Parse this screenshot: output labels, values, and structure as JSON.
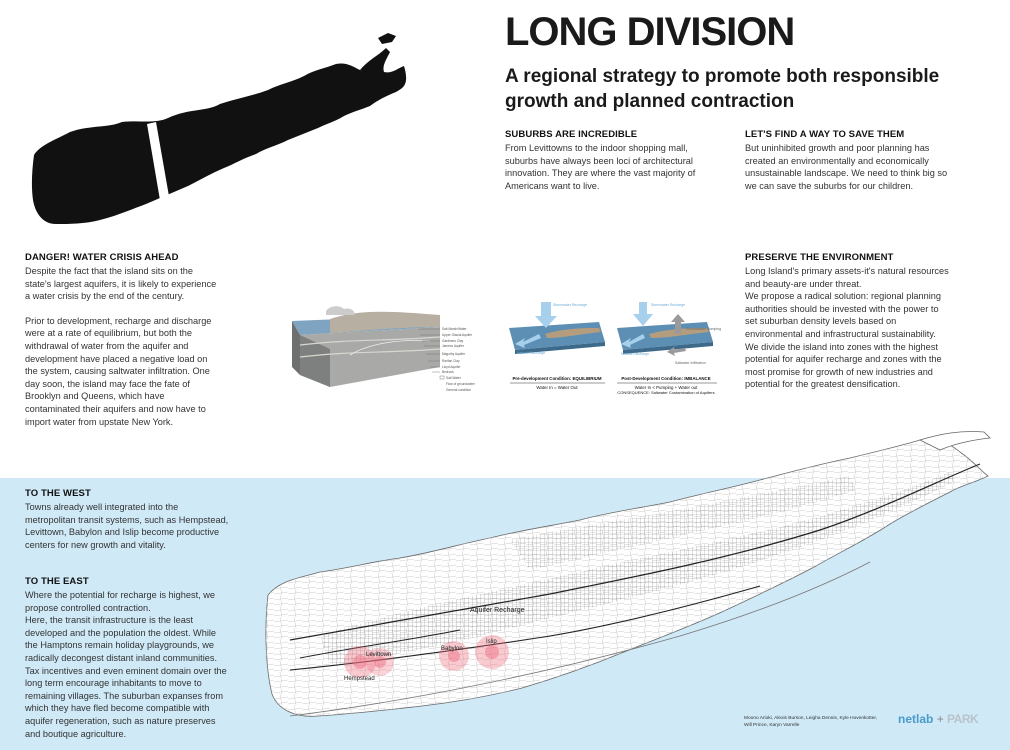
{
  "header": {
    "title": "LONG DIVISION",
    "subtitle": "A regional strategy to promote both responsible growth and planned contraction"
  },
  "sections": {
    "suburbs": {
      "heading": "SUBURBS ARE INCREDIBLE",
      "body": "From Levittowns to the indoor shopping mall, suburbs have always been loci of architectural innovation. They are where the vast majority of Americans want to live."
    },
    "save": {
      "heading": "LET'S FIND A WAY TO SAVE THEM",
      "body": "But uninhibited growth and poor planning has created an environmentally and economically unsustainable landscape. We need to think big so we can save the suburbs for our children."
    },
    "danger": {
      "heading": "DANGER! WATER CRISIS AHEAD",
      "body1": "Despite the fact that the island sits on the state's largest aquifers, it is likely to experience a water crisis by the end of the century.",
      "body2": "Prior to development, recharge and discharge were at a rate of equilibrium, but both the withdrawal of water from the aquifer and development have placed a negative load on the system, causing saltwater infiltration. One day soon, the island may face the fate of Brooklyn and Queens, which have contaminated their aquifers and now have to import water from upstate New York."
    },
    "preserve": {
      "heading": "PRESERVE THE ENVIRONMENT",
      "body1": "Long Island's primary assets-it's natural resources and beauty-are under threat.",
      "body2": "We propose a radical solution: regional planning authorities should be invested with the power to set suburban density levels based on environmental and infrastructural sustainability.",
      "body3": "We divide the island into zones with the highest potential for aquifer recharge and zones with the most promise for growth of new industries and potential for the greatest densification."
    },
    "west": {
      "heading": "TO THE WEST",
      "body": "Towns already well integrated into the metropolitan transit systems, such as Hempstead, Levittown, Babylon and Islip become productive centers for new growth and vitality."
    },
    "east": {
      "heading": "TO THE EAST",
      "body1": "Where the potential for recharge is highest, we propose controlled contraction.",
      "body2": "Here, the transit infrastructure is the least developed and the population the oldest. While the Hamptons remain holiday playgrounds, we radically decongest distant inland communities. Tax incentives and even eminent domain over the long term encourage inhabitants to move to remaining villages. The suburban expanses from which they have fled become compatible with aquifer regeneration, such as nature preserves and boutique agriculture."
    }
  },
  "diagrams": {
    "block_labels": [
      "Salt Marsh/Water",
      "Upper Glacial Aquifer",
      "Gardiners Clay",
      "Jameco Aquifer",
      "Magothy Aquifer",
      "Raritan Clay",
      "Lloyd Aquifer",
      "Bedrock",
      "Salt Water",
      "Flow of groundwater",
      "General condition"
    ],
    "pre": {
      "recharge": "Stormwater Recharge",
      "discharge": "Natural Discharge",
      "caption": "Pre-development Condition: EQUILIBRIUM",
      "equation": "Water In  =  Water Out"
    },
    "post": {
      "recharge": "Stormwater Recharge",
      "pumping": "Groundwater Pumping",
      "discharge": "Natural Discharge",
      "infiltration": "Saltwater Infiltration",
      "caption": "Post-Development Condition: IMBALANCE",
      "equation": "Water In  <  Pumping + Water out",
      "consequence": "CONSEQUENCE: Saltwater Contamination of Aquifers"
    }
  },
  "map": {
    "labels": {
      "recharge": "Aquifer Recharge",
      "levittown": "Levittown",
      "hempstead": "Hempstead",
      "babylon": "Babylon",
      "islip": "Islip"
    }
  },
  "footer": {
    "credits": "Moono Arioki, Alexis Burson, Leigha Dennis, Kyle Hovenkotter, Will Prince, Karyn Varrelle",
    "brand_netlab": "netlab",
    "brand_plus": "+",
    "brand_park": "PARK"
  },
  "colors": {
    "sea": "#cfe9f7",
    "island_silhouette": "#111111",
    "growth_zone": "#ee6a7c",
    "diagram_water": "#5c8fb3",
    "arrow": "#8fbfe0"
  }
}
